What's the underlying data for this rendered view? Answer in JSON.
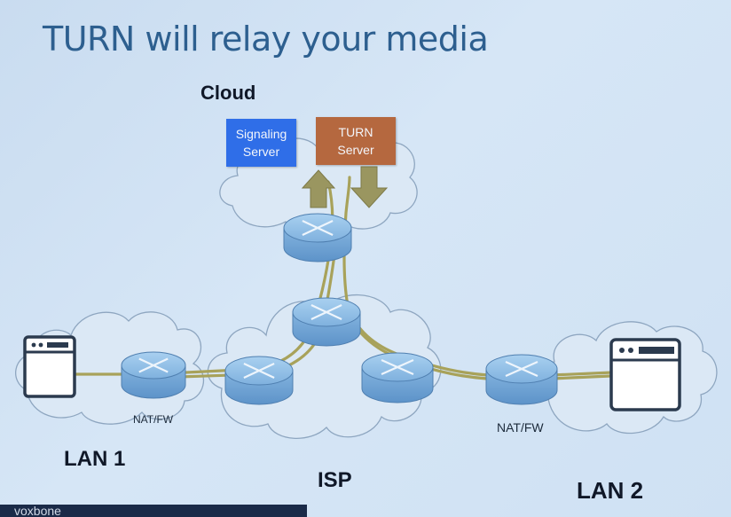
{
  "title": "TURN will relay your media",
  "labels": {
    "cloud": "Cloud",
    "lan1": "LAN 1",
    "isp": "ISP",
    "lan2": "LAN 2",
    "nat_left": "NAT/FW",
    "nat_right": "NAT/FW"
  },
  "servers": {
    "signaling": [
      "Signaling",
      "Server"
    ],
    "turn": [
      "TURN",
      "Server"
    ]
  },
  "brand": "voxbone",
  "colors": {
    "title": "#2d5f8f",
    "signaling_server": "#2f6ee8",
    "turn_server": "#b5683f",
    "relay_path": "#a8a25a",
    "router": "#8cb8e0",
    "arrow": "#9a9660"
  },
  "icons": [
    "router-icon",
    "browser-window-icon",
    "cloud-icon",
    "arrow-up-icon",
    "arrow-down-icon"
  ]
}
